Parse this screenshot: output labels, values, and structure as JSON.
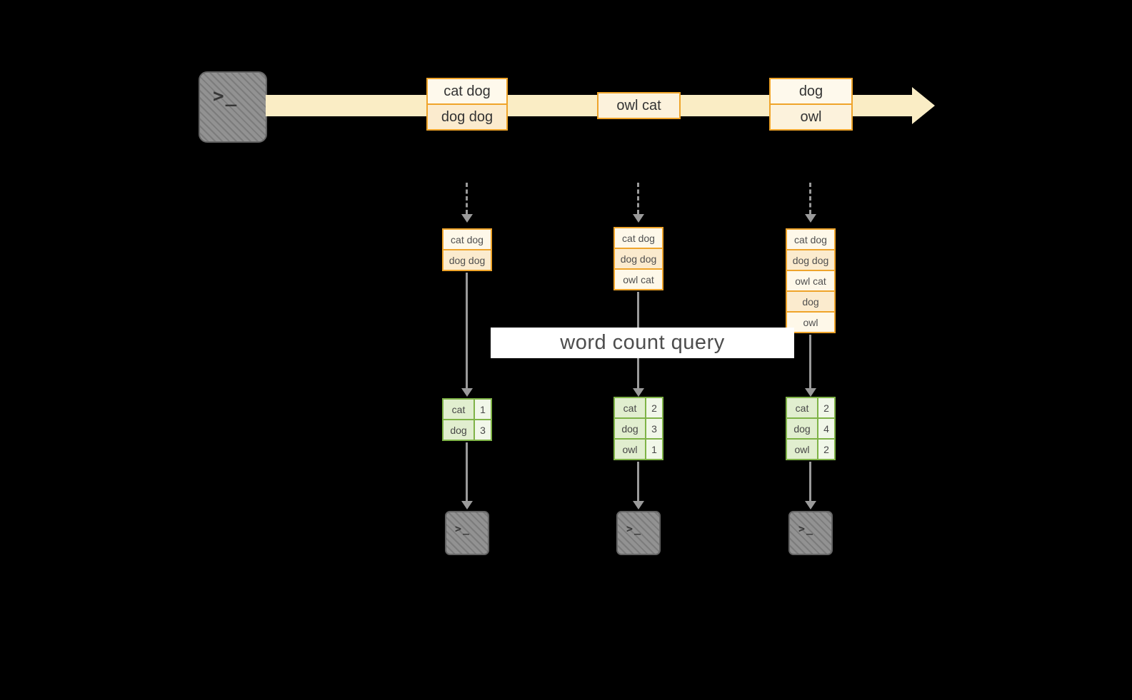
{
  "query_label": "word count query",
  "source_terminal": {
    "icon": ">_"
  },
  "colors": {
    "background": "#000000",
    "timeline_band": "#FAEDC5",
    "event_border": "#EFA42A",
    "event_fill_light": "#FEF9EC",
    "event_fill_medium": "#FBEBCE",
    "result_border": "#7FB347",
    "result_fill": "#E1EECF",
    "arrow_gray": "#9A9A9A",
    "terminal_gray": "#929292",
    "banner_background": "#FFFFFF"
  },
  "timeline": {
    "events": [
      {
        "lines": [
          "cat dog",
          "dog dog"
        ]
      },
      {
        "lines": [
          "owl cat"
        ]
      },
      {
        "lines": [
          "dog",
          "owl"
        ]
      }
    ]
  },
  "columns": [
    {
      "input_rows": [
        "cat dog",
        "dog dog"
      ],
      "result_rows": [
        [
          "cat",
          "1"
        ],
        [
          "dog",
          "3"
        ]
      ],
      "sink_icon": ">_"
    },
    {
      "input_rows": [
        "cat dog",
        "dog dog",
        "owl cat"
      ],
      "result_rows": [
        [
          "cat",
          "2"
        ],
        [
          "dog",
          "3"
        ],
        [
          "owl",
          "1"
        ]
      ],
      "sink_icon": ">_"
    },
    {
      "input_rows": [
        "cat dog",
        "dog dog",
        "owl cat",
        "dog",
        "owl"
      ],
      "result_rows": [
        [
          "cat",
          "2"
        ],
        [
          "dog",
          "4"
        ],
        [
          "owl",
          "2"
        ]
      ],
      "sink_icon": ">_"
    }
  ]
}
